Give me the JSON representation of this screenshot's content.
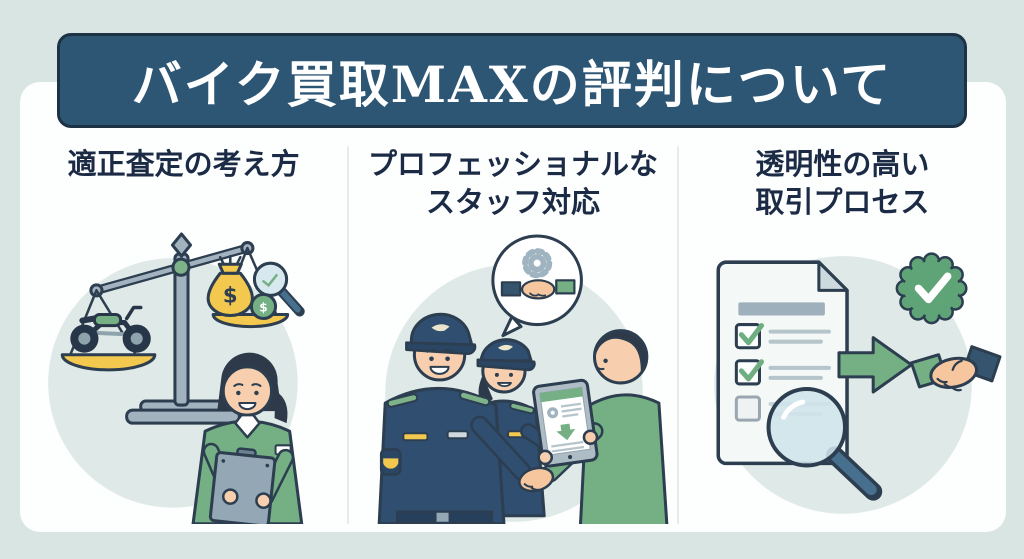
{
  "banner": {
    "title": "バイク買取MAXの評判について"
  },
  "columns": [
    {
      "id": "fair-assessment",
      "heading_lines": [
        "適正査定の考え方"
      ],
      "currency_symbol_large": "$",
      "currency_symbol_small": "$",
      "icons": [
        "balance-scale-icon",
        "motorcycle-icon",
        "money-bag-icon",
        "magnifier-icon",
        "appraiser-woman-with-clipboard"
      ]
    },
    {
      "id": "professional-staff",
      "heading_lines": [
        "プロフェッショナルな",
        "スタッフ対応"
      ],
      "icons": [
        "handshake-speech-bubble-icon",
        "gear-icon",
        "staff-man-figure",
        "staff-woman-figure",
        "customer-figure",
        "tablet-icon"
      ]
    },
    {
      "id": "transparent-process",
      "heading_lines": [
        "透明性の高い",
        "取引プロセス"
      ],
      "icons": [
        "checklist-document-icon",
        "checked-box-icon",
        "magnifier-icon",
        "arrow-right-icon",
        "handshake-icon",
        "approval-badge-icon"
      ]
    }
  ],
  "colors": {
    "background": "#d9e5e3",
    "card": "#fdfefe",
    "banner_bg": "#2d5674",
    "banner_border": "#1d3245",
    "banner_text": "#ffffff",
    "heading_text": "#1c2b45",
    "divider": "#e6ebec",
    "circle_bg": "#dfe9e7",
    "accent_green": "#74b084",
    "badge_green": "#5fa477",
    "accent_yellow": "#f3c84f",
    "uniform_navy": "#2f4e70",
    "outline_navy": "#2c3e50",
    "skin": "#f8cfae",
    "steel_gray": "#a3b2bf",
    "lens_blue": "#cfe4ea",
    "handle_blue": "#46708e"
  }
}
